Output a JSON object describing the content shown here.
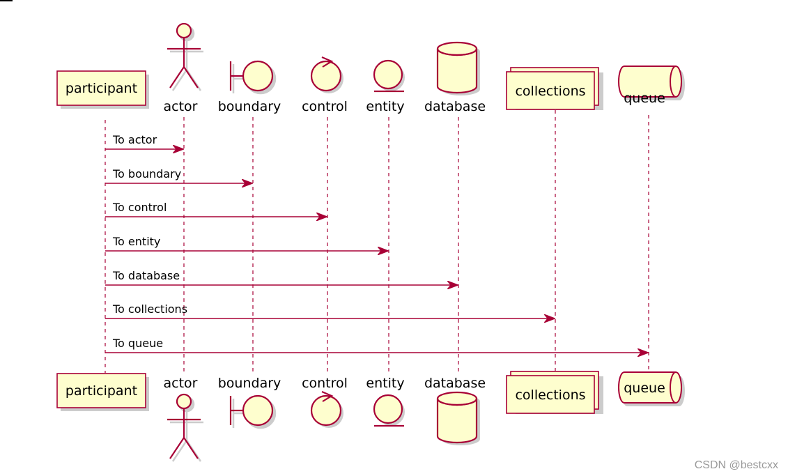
{
  "participants": [
    {
      "id": "participant",
      "label": "participant"
    },
    {
      "id": "actor",
      "label": "actor"
    },
    {
      "id": "boundary",
      "label": "boundary"
    },
    {
      "id": "control",
      "label": "control"
    },
    {
      "id": "entity",
      "label": "entity"
    },
    {
      "id": "database",
      "label": "database"
    },
    {
      "id": "collections",
      "label": "collections"
    },
    {
      "id": "queue",
      "label": "queue"
    }
  ],
  "messages": [
    {
      "from": "participant",
      "to": "actor",
      "label": "To actor"
    },
    {
      "from": "participant",
      "to": "boundary",
      "label": "To boundary"
    },
    {
      "from": "participant",
      "to": "control",
      "label": "To control"
    },
    {
      "from": "participant",
      "to": "entity",
      "label": "To entity"
    },
    {
      "from": "participant",
      "to": "database",
      "label": "To database"
    },
    {
      "from": "participant",
      "to": "collections",
      "label": "To collections"
    },
    {
      "from": "participant",
      "to": "queue",
      "label": "To queue"
    }
  ],
  "watermark": "CSDN @bestcxx",
  "colors": {
    "stroke": "#A80036",
    "fill": "#FEFECE",
    "shadow": "#CCCCCC"
  }
}
